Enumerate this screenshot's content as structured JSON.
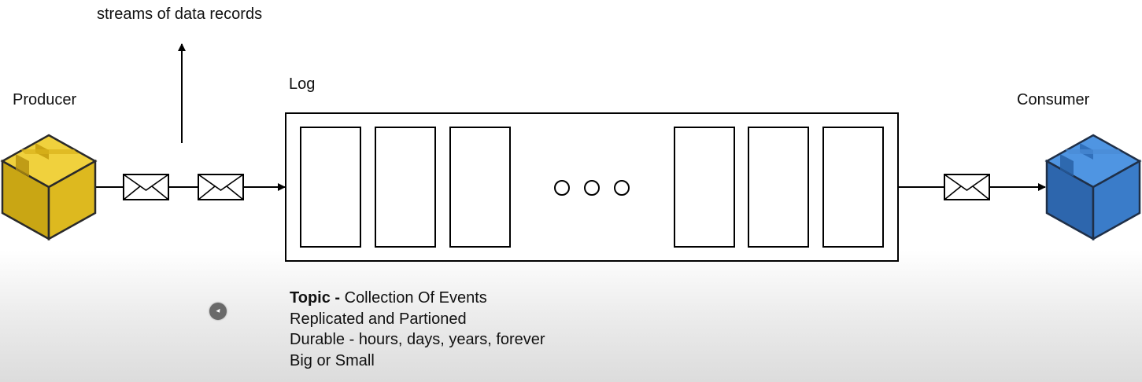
{
  "diagram": {
    "streams_label": "streams of data records",
    "producer_label": "Producer",
    "log_label": "Log",
    "consumer_label": "Consumer",
    "producer_color": "#d6b400",
    "consumer_color": "#2f6fc0"
  },
  "topic_notes": {
    "topic_term": "Topic -",
    "topic_desc": " Collection Of Events",
    "line2": "Replicated and Partioned",
    "line3": "Durable - hours, days, years, forever",
    "line4": "Big or Small"
  }
}
